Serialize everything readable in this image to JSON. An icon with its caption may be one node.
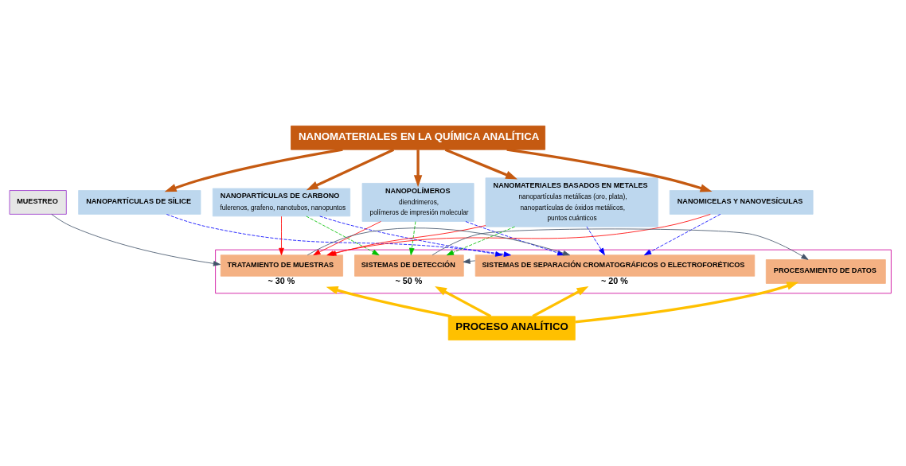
{
  "diagram": {
    "nodes": [
      {
        "text": [
          "NANOMATERIALES EN LA QUÍMICA ANALÍTICA"
        ]
      },
      {
        "text": [
          "NANOPARTÍCULAS DE SÍLICE"
        ]
      },
      {
        "text": [
          "NANOPARTÍCULAS DE CARBONO",
          "fulerenos, grafeno, nanotubos, nanopuntos"
        ]
      },
      {
        "text": [
          "NANOPOLÍMEROS",
          "diendrimeros,",
          "polímeros de impresión molecular"
        ]
      },
      {
        "text": [
          "NANOMATERIALES BASADOS EN METALES",
          "nanopartículas metálicas (oro, plata),",
          "nanopartículas de óxidos metálicos,",
          "puntos cuánticos"
        ]
      },
      {
        "text": [
          "NANOMICELAS Y NANOVESÍCULAS"
        ]
      },
      {
        "text": [
          "MUESTREO"
        ]
      },
      {
        "text": [],
        "shape": "box"
      },
      {
        "text": [
          "TRATAMIENTO DE MUESTRAS"
        ],
        "in": 7,
        "beside": [
          "~ 30 %"
        ]
      },
      {
        "text": [
          "SISTEMAS DE SEPARACIÓN CROMATOGRÁFICOS O ELECTROFORÉTICOS"
        ],
        "in": 7,
        "beside": [
          "~ 20 %"
        ]
      },
      {
        "text": [
          "SISTEMAS DE DETECCIÓN"
        ],
        "in": 7,
        "beside": [
          "~ 50 %"
        ]
      },
      {
        "text": [
          "PROCESAMIENTO DE DATOS"
        ],
        "in": 7
      },
      {
        "text": [
          "PROCESO ANALÍTICO"
        ]
      }
    ],
    "edges": [
      {
        "from": 0,
        "to": 1,
        "arrow": "to",
        "style": "thick",
        "color": "#c55a11"
      },
      {
        "from": 0,
        "to": 2,
        "arrow": "to",
        "style": "thick",
        "color": "#c55a11"
      },
      {
        "from": 0,
        "to": 3,
        "arrow": "to",
        "style": "thick",
        "color": "#c55a11"
      },
      {
        "from": 0,
        "to": 4,
        "arrow": "to",
        "style": "thick",
        "color": "#c55a11"
      },
      {
        "from": 0,
        "to": 5,
        "arrow": "to",
        "style": "thick",
        "color": "#c55a11"
      },
      {
        "from": 2,
        "to": 8,
        "arrow": "to",
        "color": "#ff0000"
      },
      {
        "from": 3,
        "to": 8,
        "arrow": "to",
        "color": "#ff0000"
      },
      {
        "from": 4,
        "to": 8,
        "arrow": "to",
        "color": "#ff0000"
      },
      {
        "from": 5,
        "to": 8,
        "arrow": "to",
        "color": "#ff0000"
      },
      {
        "from": 1,
        "to": 9,
        "arrow": "to",
        "style": "dashed",
        "color": "#0000ff"
      },
      {
        "from": 2,
        "to": 9,
        "arrow": "to",
        "style": "dashed",
        "color": "#0000ff"
      },
      {
        "from": 3,
        "to": 9,
        "arrow": "to",
        "style": "dashed",
        "color": "#0000ff"
      },
      {
        "from": 4,
        "to": 9,
        "arrow": "to",
        "style": "dashed",
        "color": "#0000ff"
      },
      {
        "from": 5,
        "to": 9,
        "arrow": "to",
        "style": "dashed",
        "color": "#0000ff"
      },
      {
        "from": 2,
        "to": 10,
        "arrow": "to",
        "style": "dashed",
        "color": "#00c000"
      },
      {
        "from": 3,
        "to": 10,
        "arrow": "to",
        "style": "dashed",
        "color": "#00c000"
      },
      {
        "from": 4,
        "to": 10,
        "arrow": "to",
        "style": "dashed",
        "color": "#00c000"
      },
      {
        "from": 6,
        "to": 8,
        "arrow": "to",
        "color": "#44546a"
      },
      {
        "from": 8,
        "to": 9,
        "arrow": "to",
        "color": "#44546a"
      },
      {
        "from": 9,
        "to": 10,
        "arrow": "to",
        "color": "#44546a"
      },
      {
        "from": 10,
        "to": 11,
        "arrow": "to",
        "color": "#44546a"
      },
      {
        "from": 12,
        "to": 8,
        "arrow": "to",
        "style": "thick",
        "color": "#ffc000"
      },
      {
        "from": 12,
        "to": 9,
        "arrow": "to",
        "style": "thick",
        "color": "#ffc000"
      },
      {
        "from": 12,
        "to": 10,
        "arrow": "to",
        "style": "thick",
        "color": "#ffc000"
      },
      {
        "from": 12,
        "to": 11,
        "arrow": "to",
        "style": "thick",
        "color": "#ffc000"
      }
    ]
  }
}
